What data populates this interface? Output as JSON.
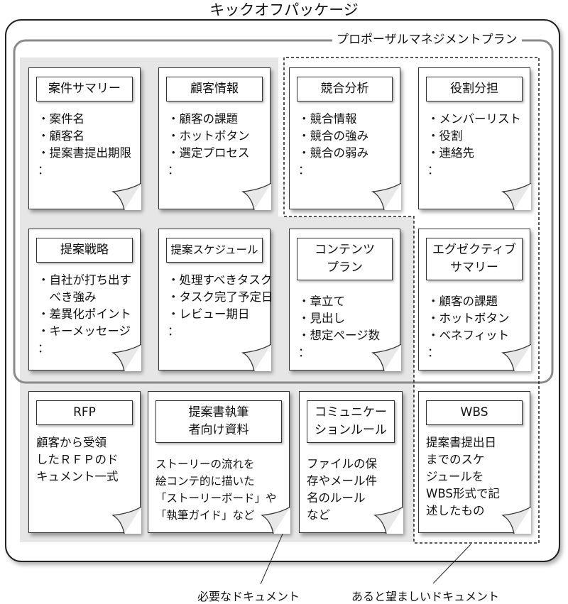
{
  "title": "キックオフパッケージ",
  "plan_label": "プロポーザルマネジメントプラン",
  "colors": {
    "shade": "#e6e6e6",
    "plan_border": "#8a8a8a",
    "ink": "#222222"
  },
  "cards": [
    {
      "title": [
        "案件サマリー"
      ],
      "items": [
        "・案件名",
        "・顧客名",
        "・提案書提出期限",
        "：",
        ""
      ]
    },
    {
      "title": [
        "顧客情報"
      ],
      "items": [
        "・顧客の課題",
        "・ホットボタン",
        "・選定プロセス",
        "：",
        ""
      ]
    },
    {
      "title": [
        "競合分析"
      ],
      "items": [
        "・競合情報",
        "・競合の強み",
        "・競合の弱み",
        "：",
        ""
      ]
    },
    {
      "title": [
        "役割分担"
      ],
      "items": [
        "・メンバーリスト",
        "・役割",
        "・連絡先",
        "：",
        ""
      ]
    },
    {
      "title": [
        "提案戦略"
      ],
      "items": [
        "・自社が打ち出す",
        "　べき強み",
        "・差異化ポイント",
        "・キーメッセージ",
        "："
      ]
    },
    {
      "title": [
        "提案スケジュール"
      ],
      "items": [
        "・処理すべきタスク",
        "・タスク完了予定日",
        "・レビュー期日",
        "：",
        ""
      ]
    },
    {
      "title": [
        "コンテンツ",
        "プラン"
      ],
      "items": [
        "・章立て",
        "・見出し",
        "・想定ページ数",
        "："
      ]
    },
    {
      "title": [
        "エグゼクティブ",
        "サマリー"
      ],
      "items": [
        "・顧客の課題",
        "・ホットボタン",
        "・ベネフィット",
        "："
      ]
    },
    {
      "title": [
        "RFP"
      ],
      "items": [
        "顧客から受領",
        "したＲＦＰのド",
        "キュメント一式"
      ]
    },
    {
      "title": [
        "提案書執筆",
        "者向け資料"
      ],
      "items": [
        "ストーリーの流れを",
        "絵コンテ的に描いた",
        "「ストーリーボード」や",
        "「執筆ガイド」など"
      ]
    },
    {
      "title": [
        "コミュニケー",
        "ションルール"
      ],
      "items": [
        "ファイルの保",
        "存やメール件",
        "名のルール",
        "など"
      ]
    },
    {
      "title": [
        "WBS"
      ],
      "items": [
        "提案書提出日",
        "までのスケ",
        "ジュールを",
        "WBS形式で記",
        "述したもの"
      ]
    }
  ],
  "legend": {
    "required": "必要なドキュメント",
    "optional": "あると望ましいドキュメント"
  }
}
